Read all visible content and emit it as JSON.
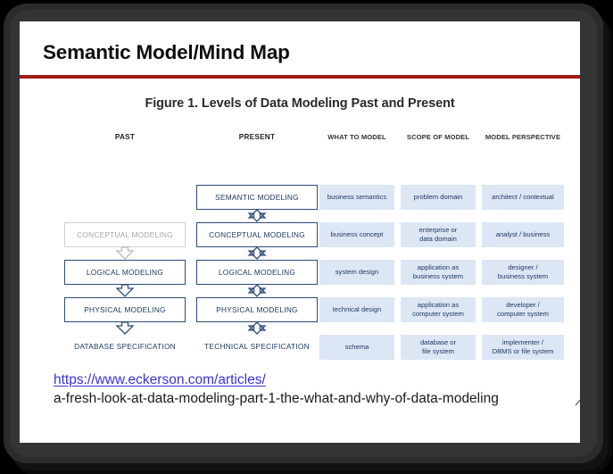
{
  "slide": {
    "title": "Semantic Model/Mind Map",
    "rule_color": "#9e1c16"
  },
  "figure": {
    "title": "Figure 1. Levels of Data Modeling Past and Present",
    "column_headers": [
      {
        "label": "PAST",
        "type": "major"
      },
      {
        "label": "PRESENT",
        "type": "major"
      },
      {
        "label": "WHAT TO MODEL",
        "type": "minor"
      },
      {
        "label": "SCOPE OF MODEL",
        "type": "minor"
      },
      {
        "label": "MODEL PERSPECTIVE",
        "type": "minor"
      }
    ],
    "past_column": {
      "boxes": [
        {
          "label": "CONCEPTUAL MODELING",
          "state": "ghost"
        },
        {
          "label": "LOGICAL MODELING",
          "state": "active"
        },
        {
          "label": "PHYSICAL MODELING",
          "state": "active"
        }
      ],
      "terminal_label": "DATABASE SPECIFICATION",
      "arrow_style": "single-down"
    },
    "present_column": {
      "boxes": [
        {
          "label": "SEMANTIC MODELING",
          "state": "active"
        },
        {
          "label": "CONCEPTUAL MODELING",
          "state": "active"
        },
        {
          "label": "LOGICAL MODELING",
          "state": "active"
        },
        {
          "label": "PHYSICAL MODELING",
          "state": "active"
        }
      ],
      "terminal_label": "TECHNICAL SPECIFICATION",
      "arrow_style": "double-headed"
    },
    "rows": [
      {
        "what_to_model": "business semantics",
        "scope_of_model": "problem domain",
        "model_perspective": "architect / contextual"
      },
      {
        "what_to_model": "business concept",
        "scope_of_model": "enterprise or\ndata domain",
        "model_perspective": "analyst / business"
      },
      {
        "what_to_model": "system design",
        "scope_of_model": "application as\nbusiness system",
        "model_perspective": "designer /\nbusiness system"
      },
      {
        "what_to_model": "technical design",
        "scope_of_model": "application as\ncomputer system",
        "model_perspective": "developer /\ncomputer system"
      },
      {
        "what_to_model": "schema",
        "scope_of_model": "database or\nfile system",
        "model_perspective": "implementer /\nDBMS or file system"
      }
    ],
    "colors": {
      "box_border": "#2f4a78",
      "box_text": "#1f3864",
      "ghost_border": "#cfcfcf",
      "ghost_text": "#a6a6a6",
      "cell_fill": "#dce6f4"
    }
  },
  "link": {
    "line1": "https://www.eckerson.com/articles/",
    "line2": "a-fresh-look-at-data-modeling-part-1-the-what-and-why-of-data-modeling",
    "color": "#3a32d8",
    "icon": "pen-annotation-icon"
  }
}
